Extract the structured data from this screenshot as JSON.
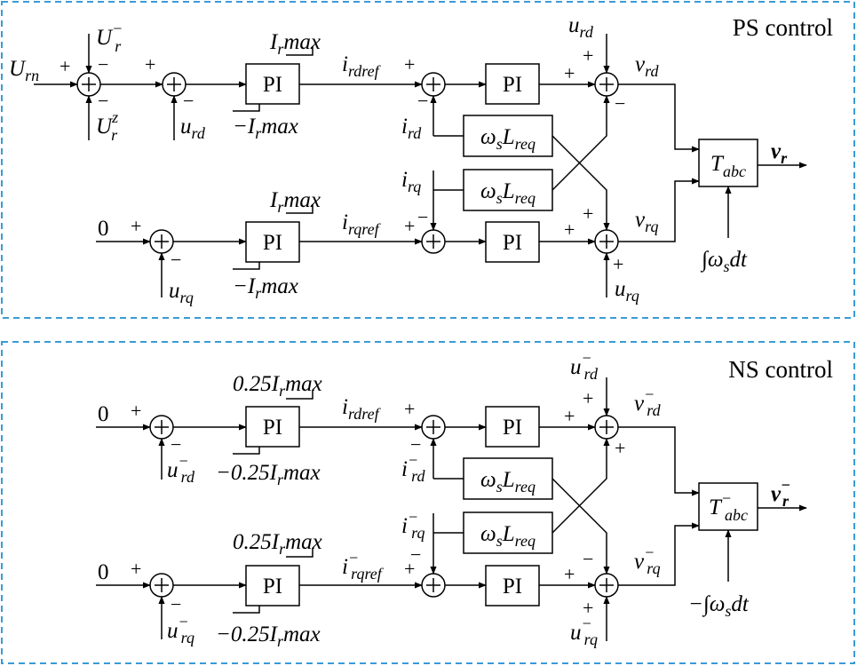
{
  "panels": {
    "ps": {
      "title": "PS control",
      "inputs": {
        "urn": "U",
        "urn_sub": "rn",
        "ur_neg": "U",
        "ur_neg_sub": "r",
        "ur_neg_sup": "−",
        "ur_z": "U",
        "ur_z_sub": "r",
        "ur_z_sup": "z",
        "zero": "0"
      },
      "blocks": {
        "pi": "PI",
        "omega": "ω",
        "omega_sub": "s",
        "L": "L",
        "L_sub": "req",
        "tabc": "T",
        "tabc_sub": "abc"
      },
      "labels": {
        "imax": "I",
        "imax_sub": "r",
        "imax_tail": "max",
        "neg_imax": "−I",
        "neg_imax_sub": "r",
        "neg_imax_tail": "max",
        "urd": "u",
        "urd_sub": "rd",
        "urq": "u",
        "urq_sub": "rq",
        "irdref": "i",
        "irdref_sub": "rdref",
        "irqref": "i",
        "irqref_sub": "rqref",
        "ird": "i",
        "ird_sub": "rd",
        "irq": "i",
        "irq_sub": "rq",
        "vrd": "v",
        "vrd_sub": "rd",
        "vrq": "v",
        "vrq_sub": "rq",
        "vr": "v",
        "vr_sub": "r",
        "integral": "∫ω",
        "integral_sub": "s",
        "integral_tail": "dt"
      }
    },
    "ns": {
      "title": "NS control",
      "inputs": {
        "zero": "0"
      },
      "blocks": {
        "pi": "PI",
        "omega": "ω",
        "omega_sub": "s",
        "L": "L",
        "L_sub": "req",
        "tabc": "T",
        "tabc_sub": "abc",
        "tabc_sup": "−"
      },
      "labels": {
        "imax": "0.25I",
        "imax_sub": "r",
        "imax_tail": "max",
        "neg_imax": "−0.25I",
        "neg_imax_sub": "r",
        "neg_imax_tail": "max",
        "urd": "u",
        "urd_sub": "rd",
        "urd_sup": "−",
        "urq": "u",
        "urq_sub": "rq",
        "urq_sup": "−",
        "irdref": "i",
        "irdref_sub": "rdref",
        "irqref": "i",
        "irqref_sub": "rqref",
        "irqref_sup": "−",
        "ird": "i",
        "ird_sub": "rd",
        "ird_sup": "−",
        "irq": "i",
        "irq_sub": "rq",
        "irq_sup": "−",
        "vrd": "v",
        "vrd_sub": "rd",
        "vrd_sup": "−",
        "vrq": "v",
        "vrq_sub": "rq",
        "vrq_sup": "−",
        "vr": "v",
        "vr_sub": "r",
        "vr_sup": "−",
        "integral": "−∫ω",
        "integral_sub": "s",
        "integral_tail": "dt"
      }
    }
  },
  "colors": {
    "border": "#3a9bd5",
    "line": "#000000"
  }
}
